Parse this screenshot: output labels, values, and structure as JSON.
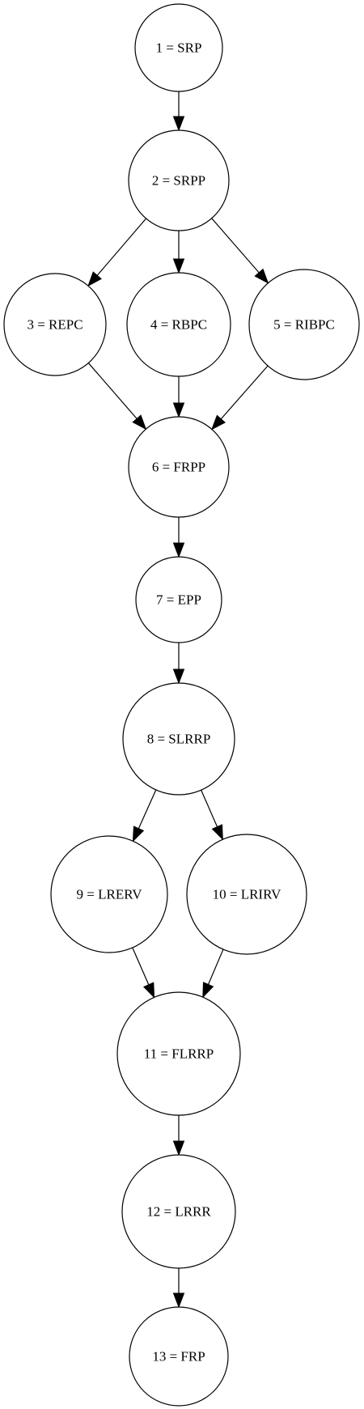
{
  "nodes": [
    {
      "id": "1",
      "label": "1 = SRP"
    },
    {
      "id": "2",
      "label": "2 = SRPP"
    },
    {
      "id": "3",
      "label": "3 = REPC"
    },
    {
      "id": "4",
      "label": "4 = RBPC"
    },
    {
      "id": "5",
      "label": "5 = RIBPC"
    },
    {
      "id": "6",
      "label": "6 = FRPP"
    },
    {
      "id": "7",
      "label": "7 = EPP"
    },
    {
      "id": "8",
      "label": "8 = SLRRP"
    },
    {
      "id": "9",
      "label": "9 = LRERV"
    },
    {
      "id": "10",
      "label": "10 = LRIRV"
    },
    {
      "id": "11",
      "label": "11 = FLRRP"
    },
    {
      "id": "12",
      "label": "12 = LRRR"
    },
    {
      "id": "13",
      "label": "13 = FRP"
    }
  ],
  "edges": [
    {
      "from": "1",
      "to": "2"
    },
    {
      "from": "2",
      "to": "3"
    },
    {
      "from": "2",
      "to": "4"
    },
    {
      "from": "2",
      "to": "5"
    },
    {
      "from": "3",
      "to": "6"
    },
    {
      "from": "4",
      "to": "6"
    },
    {
      "from": "5",
      "to": "6"
    },
    {
      "from": "6",
      "to": "7"
    },
    {
      "from": "7",
      "to": "8"
    },
    {
      "from": "8",
      "to": "9"
    },
    {
      "from": "8",
      "to": "10"
    },
    {
      "from": "9",
      "to": "11"
    },
    {
      "from": "10",
      "to": "11"
    },
    {
      "from": "11",
      "to": "12"
    },
    {
      "from": "12",
      "to": "13"
    }
  ],
  "colors": {
    "stroke": "#000000",
    "fill": "#ffffff",
    "background": "#ffffff"
  }
}
